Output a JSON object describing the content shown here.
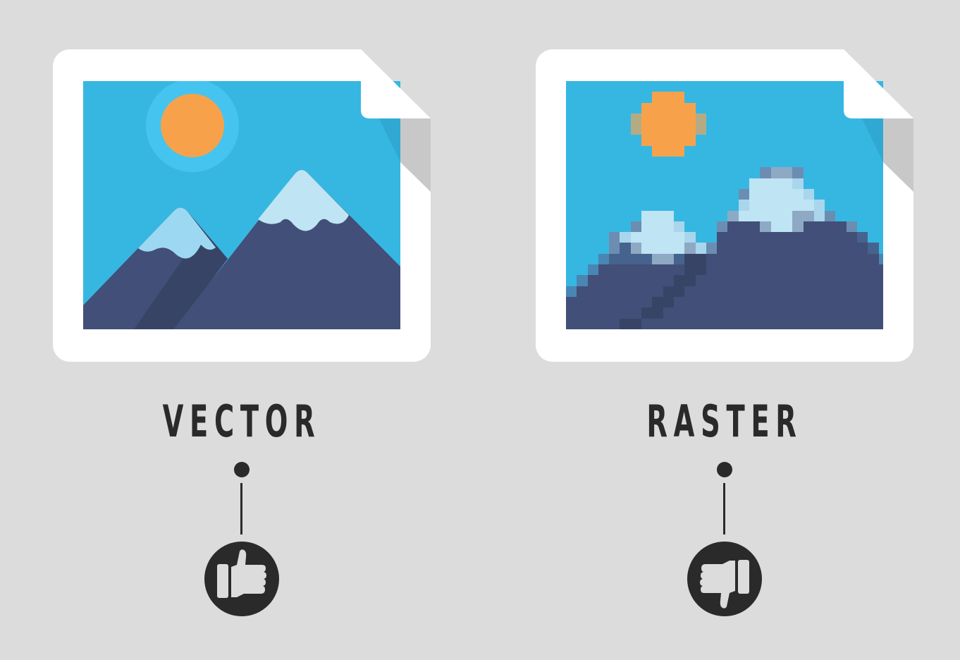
{
  "panels": [
    {
      "id": "vector",
      "label": "VECTOR",
      "verdict": "thumbs-up",
      "verdict_icon": "thumbs-up-icon"
    },
    {
      "id": "raster",
      "label": "RASTER",
      "verdict": "thumbs-down",
      "verdict_icon": "thumbs-down-icon"
    }
  ],
  "colors": {
    "background": "#dcdcdc",
    "card": "#ffffff",
    "fold_shadow": "#c8c8c8",
    "sky": "#36b7e2",
    "sun": "#f7a24a",
    "sun_halo": "#45c4f0",
    "mountain": "#424f78",
    "mountain_shadow": "#384466",
    "snow_small": "#9dd8f2",
    "snow_big": "#bfe4f3",
    "ink": "#2a2a2a",
    "icon_fill": "#dcdcdc"
  },
  "raster_palette": {
    "S": "#36b7e2",
    "O": "#f7a24a",
    "T": "#b4ab84",
    "W": "#bfe4f3",
    "w": "#a9d6ec",
    "g": "#8ea9c4",
    "b": "#6c8db2",
    "s": "#4a86b4",
    "m": "#424f78",
    "d": "#384466",
    "k": "#46638e"
  },
  "raster_pixels": [
    "SSSSSSSSSSSSSSSSSSSSSSSSSSSSSS",
    "SSSSSSSSOOOSSSSSSSSSSSSSSSSSSS",
    "SSSSSSSOOOOOSSSSSSSSSSSSSSSSSS",
    "SSSSSSTOOOOOTSSSSSSSSSSSSSSSSS",
    "SSSSSSTOOOOOTSSSSSSSSSSSSSSSSS",
    "SSSSSSSOOOOOSSSSSSSSSSSSSSSSSS",
    "SSSSSSSSOOOSSSSSSSSSSSSSSSSSSS",
    "SSSSSSSSSSSSSSSSSSSSSSSSSSSSSS",
    "SSSSSSSSSSSSSSSSSSbggbSSSSSSSS",
    "SSSSSSSSSSSSSSSSSWWWWwSSSSSSSS",
    "SSSSSSSSSSSSSSSSbWWWWWwSSSSSSS",
    "SSSSSSSSSSSSSSSSwWWWWWWwSSSSSS",
    "SSSSSSSWWWSSSSSgWWWWWggwbSSSSS",
    "SSSSSSbWWWwSSSbmmmgWWgmmmmbSSS",
    "SSSSbwWWWWWwSSmmmmmmmmmmmmmkSS",
    "SSSSbkgWWWWgwbmmmmmmmmmmmmmmkS",
    "SSSskkkkggkddmmmmmmmmmmmmmmmms",
    "SSsmmmmmmmmddmmmmmmmmmmmmmmmmm",
    "Ssmmmmmmmmddmmmmmmmmmmmmmmmmmm",
    "smmmmmmmmddmmmmmmmmmmmmmmmmmmm",
    "mmmmmmmmddmmmmmmmmmmmmmmmmmmmm",
    "mmmmmmmddmmmmmmmmmmmmmmmmmmmmm",
    "mmmmmddmmmmmmmmmmmmmmmmmmmmmmm"
  ]
}
